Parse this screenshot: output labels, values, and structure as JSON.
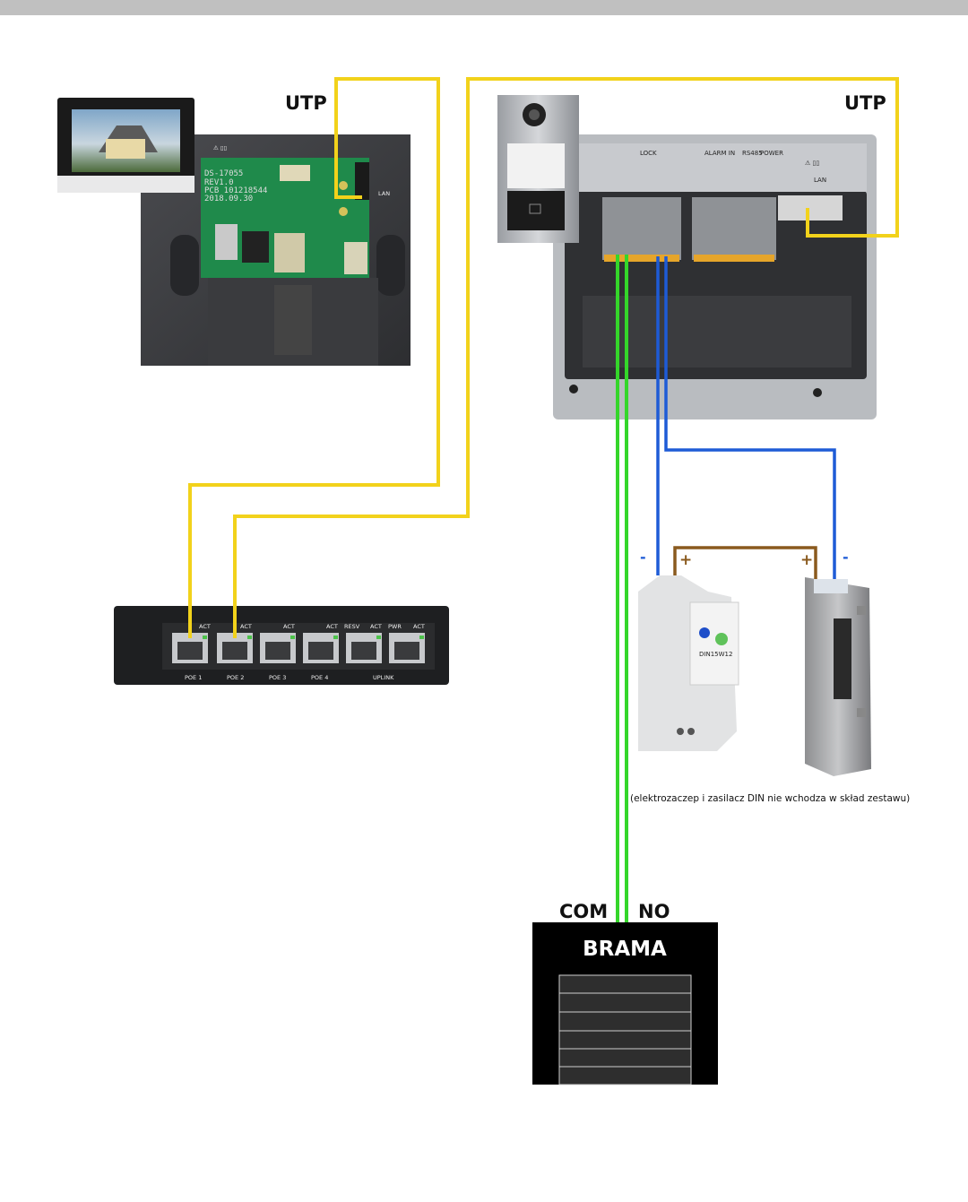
{
  "labels": {
    "utp_left": "UTP",
    "utp_right": "UTP",
    "com": "COM",
    "no": "NO",
    "brama": "BRAMA",
    "note": "(elektrozaczep i zasilacz DIN nie wchodza w skład zestawu)",
    "minus_left": "-",
    "plus_left": "+",
    "plus_right": "+",
    "minus_right": "-"
  },
  "monitor_board": {
    "model": "DS-17055",
    "rev": "REV1.0",
    "pcb": "PCB 101218544",
    "date": "2018.09.30",
    "lan": "LAN"
  },
  "door_station": {
    "lock_label": "LOCK",
    "alarm_label": "ALARM IN",
    "rs485_label": "RS485",
    "power_label": "POWER",
    "lan_label": "LAN"
  },
  "switch": {
    "act_labels": [
      "ACT",
      "ACT",
      "ACT",
      "ACT",
      "RESV",
      "ACT",
      "PWR",
      "ACT"
    ],
    "port_labels": [
      "POE 1",
      "POE 2",
      "POE 3",
      "POE 4",
      "UPLINK"
    ]
  },
  "psu": {
    "model": "DIN15W12"
  },
  "colors": {
    "utp": "#f2d21b",
    "lock_green": "#34d62a",
    "negative_blue": "#1e5bd6",
    "positive_brown": "#8a5a1e"
  }
}
